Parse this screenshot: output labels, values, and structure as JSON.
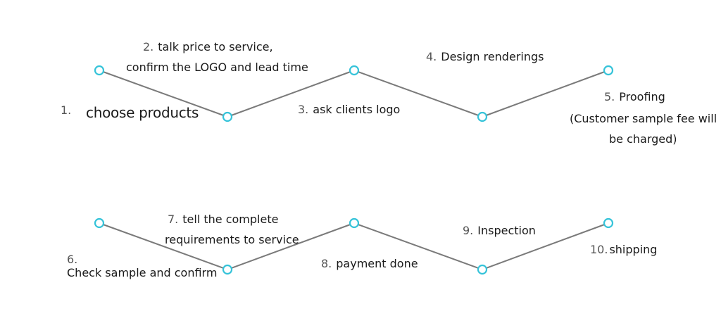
{
  "steps": [
    {
      "num": "1.",
      "text": "choose products"
    },
    {
      "num": "2.",
      "text": "talk price to service,",
      "text2": "confirm the LOGO and lead time"
    },
    {
      "num": "3.",
      "text": "ask clients logo"
    },
    {
      "num": "4.",
      "text": "Design renderings"
    },
    {
      "num": "5.",
      "text": "Proofing",
      "text2": "(Customer sample fee will",
      "text3": "be charged)"
    },
    {
      "num": "6.",
      "text": "Check sample and confirm"
    },
    {
      "num": "7.",
      "text": "tell the complete",
      "text2": "requirements to service"
    },
    {
      "num": "8.",
      "text": "payment done"
    },
    {
      "num": "9.",
      "text": "Inspection"
    },
    {
      "num": "10.",
      "text": "shipping"
    }
  ],
  "colors": {
    "node_stroke": "#35c3d9",
    "line": "#7a7a7a",
    "text": "#1a1a1a"
  }
}
